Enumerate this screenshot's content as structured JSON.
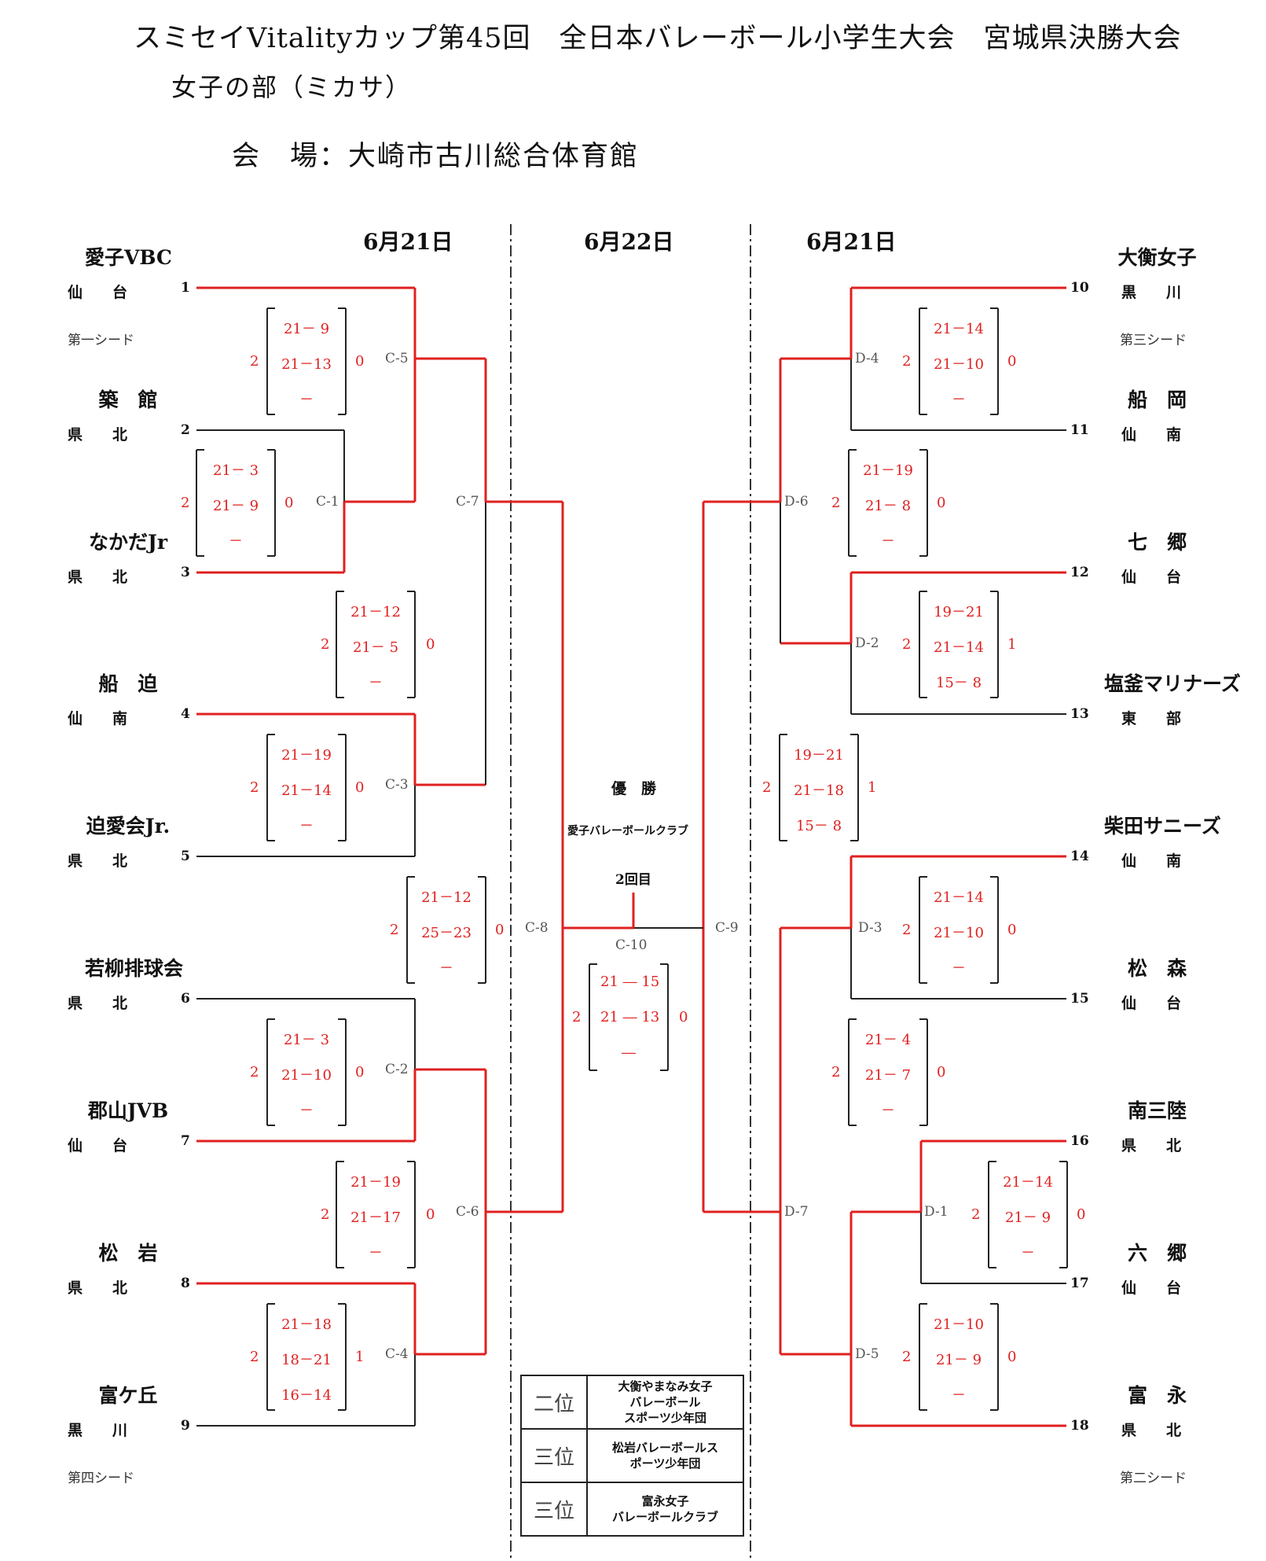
{
  "title": {
    "line1": "スミセイVitalityカップ第45回　全日本バレーボール小学生大会　宮城県決勝大会",
    "line2": "女子の部（ミカサ）",
    "venue": "会　場：大崎市古川総合体育館"
  },
  "dates": {
    "left": "6月21日",
    "center": "6月22日",
    "right": "6月21日"
  },
  "left_teams": [
    {
      "num": "1",
      "name": "愛子VBC",
      "region": "仙　　台",
      "seed": "第一シード"
    },
    {
      "num": "2",
      "name": "築　館",
      "region": "県　　北",
      "seed": ""
    },
    {
      "num": "3",
      "name": "なかだJr",
      "region": "県　　北",
      "seed": ""
    },
    {
      "num": "4",
      "name": "船　迫",
      "region": "仙　　南",
      "seed": ""
    },
    {
      "num": "5",
      "name": "迫愛会Jr.",
      "region": "県　　北",
      "seed": ""
    },
    {
      "num": "6",
      "name": "若柳排球会",
      "region": "県　　北",
      "seed": ""
    },
    {
      "num": "7",
      "name": "郡山JVB",
      "region": "仙　　台",
      "seed": ""
    },
    {
      "num": "8",
      "name": "松　岩",
      "region": "県　　北",
      "seed": ""
    },
    {
      "num": "9",
      "name": "富ケ丘",
      "region": "黒　　川",
      "seed": "第四シード"
    }
  ],
  "right_teams": [
    {
      "num": "10",
      "name": "大衡女子",
      "region": "黒　　川",
      "seed": "第三シード"
    },
    {
      "num": "11",
      "name": "船　岡",
      "region": "仙　　南",
      "seed": ""
    },
    {
      "num": "12",
      "name": "七　郷",
      "region": "仙　　台",
      "seed": ""
    },
    {
      "num": "13",
      "name": "塩釜マリナーズ",
      "region": "東　　部",
      "seed": ""
    },
    {
      "num": "14",
      "name": "柴田サニーズ",
      "region": "仙　　南",
      "seed": ""
    },
    {
      "num": "15",
      "name": "松　森",
      "region": "仙　　台",
      "seed": ""
    },
    {
      "num": "16",
      "name": "南三陸",
      "region": "県　　北",
      "seed": ""
    },
    {
      "num": "17",
      "name": "六　郷",
      "region": "仙　　台",
      "seed": ""
    },
    {
      "num": "18",
      "name": "富　永",
      "region": "県　　北",
      "seed": "第二シード"
    }
  ],
  "matches": [
    {
      "code": "C-5",
      "set1": "21－ 9",
      "set2": "21－13",
      "set3": "－",
      "left": "2",
      "right": "0"
    },
    {
      "code": "C-1",
      "set1": "21－ 3",
      "set2": "21－ 9",
      "set3": "－",
      "left": "2",
      "right": "0"
    },
    {
      "code": "C-7",
      "set1": "21－12",
      "set2": "21－ 5",
      "set3": "－",
      "left": "2",
      "right": "0"
    },
    {
      "code": "C-3",
      "set1": "21－19",
      "set2": "21－14",
      "set3": "－",
      "left": "2",
      "right": "0"
    },
    {
      "code": "C-8",
      "set1": "21－12",
      "set2": "25－23",
      "set3": "－",
      "left": "2",
      "right": "0"
    },
    {
      "code": "C-2",
      "set1": "21－ 3",
      "set2": "21－10",
      "set3": "－",
      "left": "2",
      "right": "0"
    },
    {
      "code": "C-6",
      "set1": "21－19",
      "set2": "21－17",
      "set3": "－",
      "left": "2",
      "right": "0"
    },
    {
      "code": "C-4",
      "set1": "21－18",
      "set2": "18－21",
      "set3": "16－14",
      "left": "2",
      "right": "1"
    },
    {
      "code": "D-4",
      "set1": "21－14",
      "set2": "21－10",
      "set3": "－",
      "left": "2",
      "right": "0"
    },
    {
      "code": "D-6",
      "set1": "21－19",
      "set2": "21－ 8",
      "set3": "－",
      "left": "2",
      "right": "0"
    },
    {
      "code": "D-2",
      "set1": "19－21",
      "set2": "21－14",
      "set3": "15－ 8",
      "left": "2",
      "right": "1"
    },
    {
      "code": "C-9",
      "set1": "19－21",
      "set2": "21－18",
      "set3": "15－ 8",
      "left": "2",
      "right": "1"
    },
    {
      "code": "D-3",
      "set1": "21－14",
      "set2": "21－10",
      "set3": "－",
      "left": "2",
      "right": "0"
    },
    {
      "code": "D-7",
      "set1": "21－ 4",
      "set2": "21－ 7",
      "set3": "－",
      "left": "2",
      "right": "0"
    },
    {
      "code": "D-1",
      "set1": "21－14",
      "set2": "21－ 9",
      "set3": "－",
      "left": "2",
      "right": "0"
    },
    {
      "code": "D-5",
      "set1": "21－10",
      "set2": "21－ 9",
      "set3": "－",
      "left": "2",
      "right": "0"
    },
    {
      "code": "C-10",
      "set1": "21 ― 15",
      "set2": "21 ― 13",
      "set3": "―",
      "left": "2",
      "right": "0"
    }
  ],
  "champion": {
    "title": "優　勝",
    "team": "愛子バレーボールクラブ",
    "round": "2回目"
  },
  "rankings": [
    {
      "rank": "二位",
      "team": "大衡やまなみ女子\nバレーボール\nスポーツ少年団"
    },
    {
      "rank": "三位",
      "team": "松岩バレーボールス\nポーツ少年団"
    },
    {
      "rank": "三位",
      "team": "富永女子\nバレーボールクラブ"
    }
  ],
  "colors": {
    "winner_line": "#e02020",
    "score": "#e02020",
    "line": "#222222"
  }
}
